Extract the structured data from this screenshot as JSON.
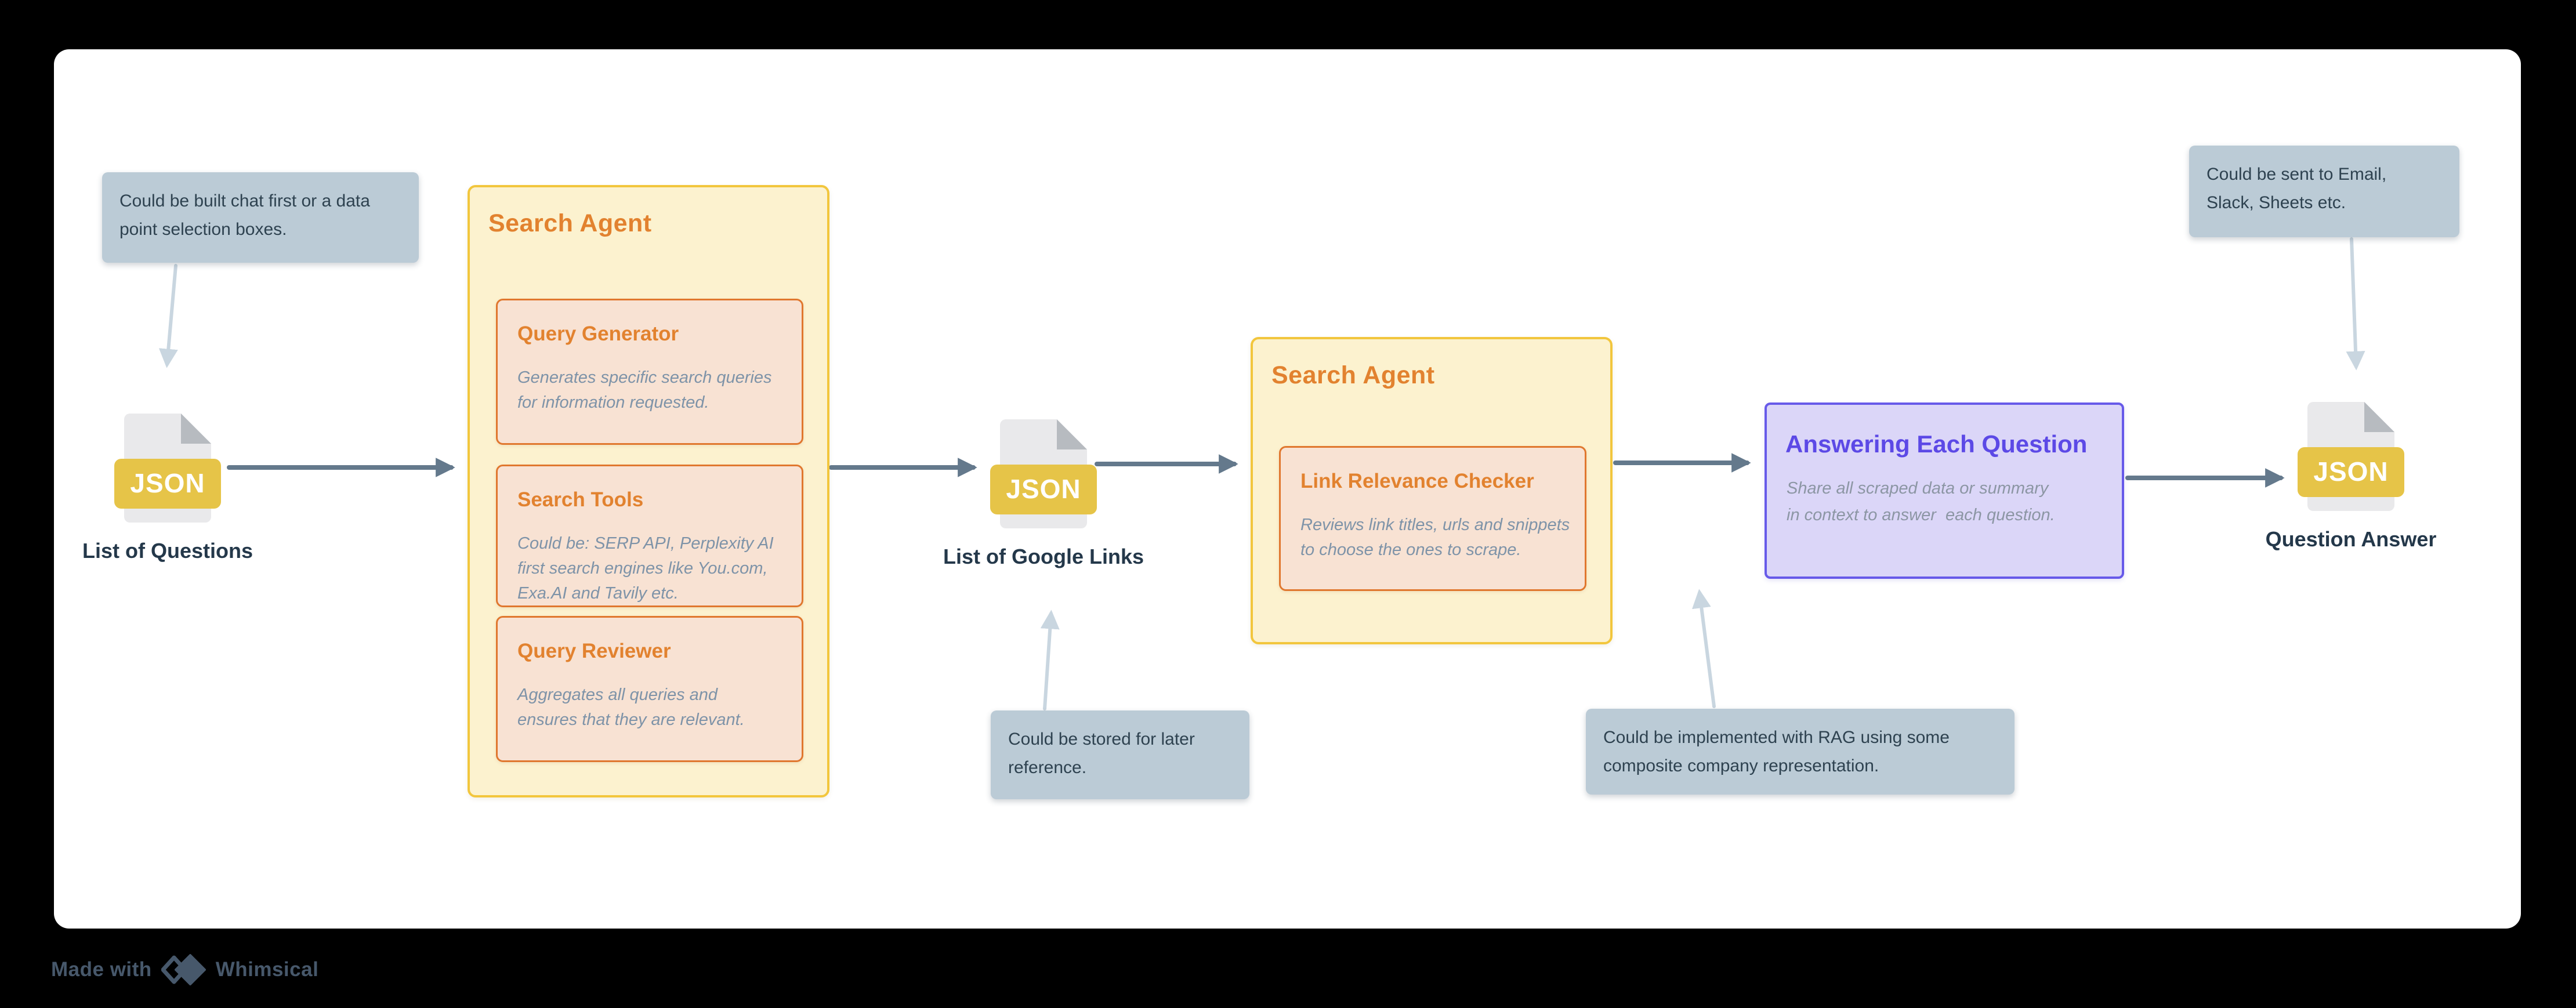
{
  "notes": {
    "build_chat": "Could be built chat first or a data\npoint selection boxes.",
    "stored_later": "Could be stored for later\nreference.",
    "rag": "Could be implemented with RAG using some\ncomposite company representation.",
    "sent_to": "Could be sent to Email,\nSlack, Sheets etc."
  },
  "files": {
    "questions": {
      "badge": "JSON",
      "label": "List of Questions"
    },
    "google_links": {
      "badge": "JSON",
      "label": "List of Google Links"
    },
    "answer": {
      "badge": "JSON",
      "label": "Question Answer"
    }
  },
  "agent1": {
    "title": "Search Agent",
    "query_generator": {
      "title": "Query Generator",
      "body": "Generates specific search queries\nfor information requested."
    },
    "search_tools": {
      "title": "Search Tools",
      "body": "Could be: SERP API, Perplexity AI\nfirst search engines like You.com,\nExa.AI and Tavily etc."
    },
    "query_reviewer": {
      "title": "Query Reviewer",
      "body": "Aggregates all queries and\nensures that they are relevant."
    }
  },
  "agent2": {
    "title": "Search Agent",
    "link_relevance_checker": {
      "title": "Link Relevance Checker",
      "body": "Reviews link titles, urls and snippets\nto choose the ones to scrape."
    }
  },
  "answering": {
    "title": "Answering Each Question",
    "body": "Share all scraped data or summary\nin context to answer  each question."
  },
  "footer": {
    "made_with": "Made with",
    "brand": "Whimsical"
  },
  "colors": {
    "page_bg": "#000000",
    "canvas_bg": "#ffffff",
    "note_bg": "#bbcbd6",
    "note_text": "#2e4250",
    "agent_bg": "#fcf2cf",
    "agent_border": "#f2c63d",
    "agent_title": "#e2822f",
    "subbox_bg": "#f8e2d3",
    "subbox_border": "#e0772e",
    "subbox_body_text": "#7e93a8",
    "purple_bg": "#dbd6f8",
    "purple_border": "#675ae9",
    "purple_title": "#5c49e6",
    "flow_arrow": "#64798c",
    "note_arrow": "#c9d6e0",
    "json_banner": "#e6c448",
    "doc_body": "#e9e9eb",
    "doc_fold": "#b7bbc0",
    "file_label_text": "#24384a",
    "logo_text": "#47586b"
  }
}
